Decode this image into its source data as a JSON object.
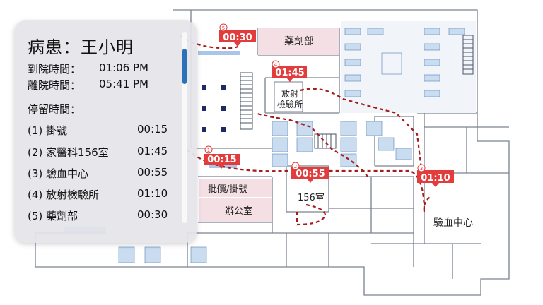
{
  "panel": {
    "title": "病患：王小明",
    "arrival_label": "到院時間：",
    "arrival_time": "01:06 PM",
    "departure_label": "離院時間：",
    "departure_time": "05:41 PM",
    "stay_label": "停留時間：",
    "stops": [
      {
        "label": "(1) 掛號",
        "time": "00:15"
      },
      {
        "label": "(2) 家醫科156室",
        "time": "01:45"
      },
      {
        "label": "(3) 驗血中心",
        "time": "00:55"
      },
      {
        "label": "(4) 放射檢驗所",
        "time": "01:10"
      },
      {
        "label": "(5) 藥劑部",
        "time": "00:30"
      }
    ]
  },
  "map": {
    "rooms": {
      "pharmacy": "藥劑部",
      "radiology_line1": "放射",
      "radiology_line2": "檢驗所",
      "room156": "156室",
      "billing": "批價/掛號",
      "office": "辦公室",
      "blood_center": "驗血中心"
    },
    "markers": [
      {
        "num": "1",
        "time": "00:15"
      },
      {
        "num": "2",
        "time": "00:55"
      },
      {
        "num": "3",
        "time": "01:10"
      },
      {
        "num": "4",
        "time": "01:45"
      },
      {
        "num": "5",
        "time": "00:30"
      }
    ]
  },
  "colors": {
    "route": "#a61b1b",
    "marker": "#e23c3c",
    "room_pink": "#f4dfe4",
    "room_blue": "#c9dcf0",
    "accent": "#2d72b8"
  }
}
